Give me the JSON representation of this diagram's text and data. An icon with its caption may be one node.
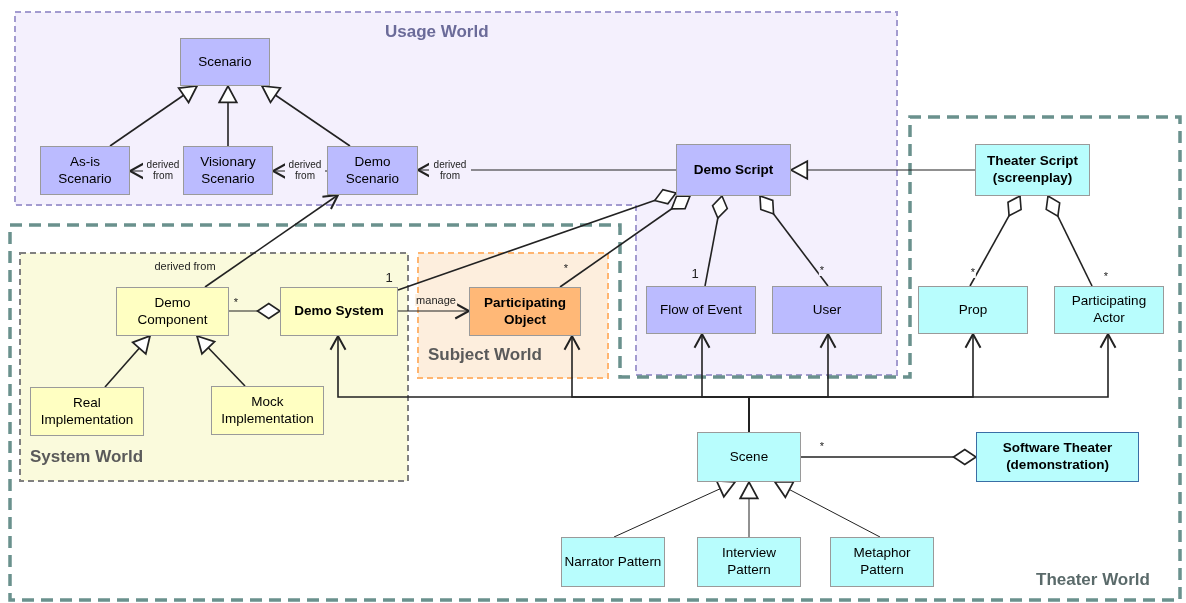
{
  "diagram": {
    "nodes": [
      {
        "text": [
          "Usage World"
        ]
      },
      {
        "text": [
          "Scenario"
        ],
        "in": 0
      },
      {
        "text": [
          "As-is Scenario"
        ],
        "in": 0
      },
      {
        "text": [
          "Visionary Scenario"
        ],
        "in": 0
      },
      {
        "text": [
          "Demo Scenario"
        ],
        "in": 0
      },
      {
        "text": [
          "Demo Script"
        ],
        "in": 0
      },
      {
        "text": [
          "Flow of Event"
        ],
        "in": 0
      },
      {
        "text": [
          "User"
        ],
        "in": 0
      },
      {
        "text": [
          "Theater World"
        ]
      },
      {
        "text": [
          "Theater Script (screenplay)"
        ],
        "in": 8
      },
      {
        "text": [
          "Prop"
        ],
        "in": 8
      },
      {
        "text": [
          "Participating Actor"
        ],
        "in": 8
      },
      {
        "text": [
          "System World"
        ],
        "in": 8
      },
      {
        "text": [
          "Demo Component"
        ],
        "in": 12
      },
      {
        "text": [
          "Demo System"
        ],
        "in": 12
      },
      {
        "text": [
          "Real Implementation"
        ],
        "in": 12
      },
      {
        "text": [
          "Mock Implementation"
        ],
        "in": 12
      },
      {
        "text": [
          "Subject World"
        ],
        "in": 8
      },
      {
        "text": [
          "Participating Object"
        ],
        "in": 17
      },
      {
        "text": [
          "Scene"
        ],
        "in": 8
      },
      {
        "text": [
          "Software Theater (demonstration)"
        ],
        "in": 8
      },
      {
        "text": [
          "Narrator Pattern"
        ],
        "in": 8
      },
      {
        "text": [
          "Interview Pattern"
        ],
        "in": 8
      },
      {
        "text": [
          "Metaphor Pattern"
        ],
        "in": 8
      }
    ],
    "edges": [
      {
        "from": 2,
        "to": 1,
        "arrow": "to"
      },
      {
        "from": 3,
        "to": 1,
        "arrow": "to"
      },
      {
        "from": 4,
        "to": 1,
        "arrow": "to"
      },
      {
        "from": 3,
        "to": 2,
        "arrow": "to",
        "label": "derived from"
      },
      {
        "from": 4,
        "to": 3,
        "arrow": "to",
        "label": "derived from"
      },
      {
        "from": 5,
        "to": 4,
        "arrow": "to",
        "label": "derived from"
      },
      {
        "from": 9,
        "to": 5,
        "arrow": "to"
      },
      {
        "from": 13,
        "to": 4,
        "arrow": "to",
        "label": "derived from"
      },
      {
        "from": 5,
        "to": 14,
        "arrow": "other",
        "label": "1"
      },
      {
        "from": 5,
        "to": 18,
        "arrow": "other",
        "label": "*"
      },
      {
        "from": 5,
        "to": 6,
        "arrow": "other",
        "label": "1"
      },
      {
        "from": 5,
        "to": 7,
        "arrow": "other",
        "label": "*"
      },
      {
        "from": 9,
        "to": 10,
        "arrow": "other",
        "label": "*"
      },
      {
        "from": 9,
        "to": 11,
        "arrow": "other",
        "label": "*"
      },
      {
        "from": 14,
        "to": 13,
        "arrow": "other",
        "label": "*"
      },
      {
        "from": 14,
        "to": 18,
        "arrow": "to",
        "label": "manage"
      },
      {
        "from": 15,
        "to": 13,
        "arrow": "to"
      },
      {
        "from": 16,
        "to": 13,
        "arrow": "to"
      },
      {
        "from": 19,
        "to": 14,
        "arrow": "to"
      },
      {
        "from": 19,
        "to": 18,
        "arrow": "to"
      },
      {
        "from": 19,
        "to": 6,
        "arrow": "to"
      },
      {
        "from": 19,
        "to": 7,
        "arrow": "to"
      },
      {
        "from": 19,
        "to": 10,
        "arrow": "to"
      },
      {
        "from": 19,
        "to": 11,
        "arrow": "to"
      },
      {
        "from": 20,
        "to": 19,
        "arrow": "other",
        "label": "*"
      },
      {
        "from": 21,
        "to": 19,
        "arrow": "to"
      },
      {
        "from": 22,
        "to": 19,
        "arrow": "to"
      },
      {
        "from": 23,
        "to": 19,
        "arrow": "to"
      }
    ]
  }
}
